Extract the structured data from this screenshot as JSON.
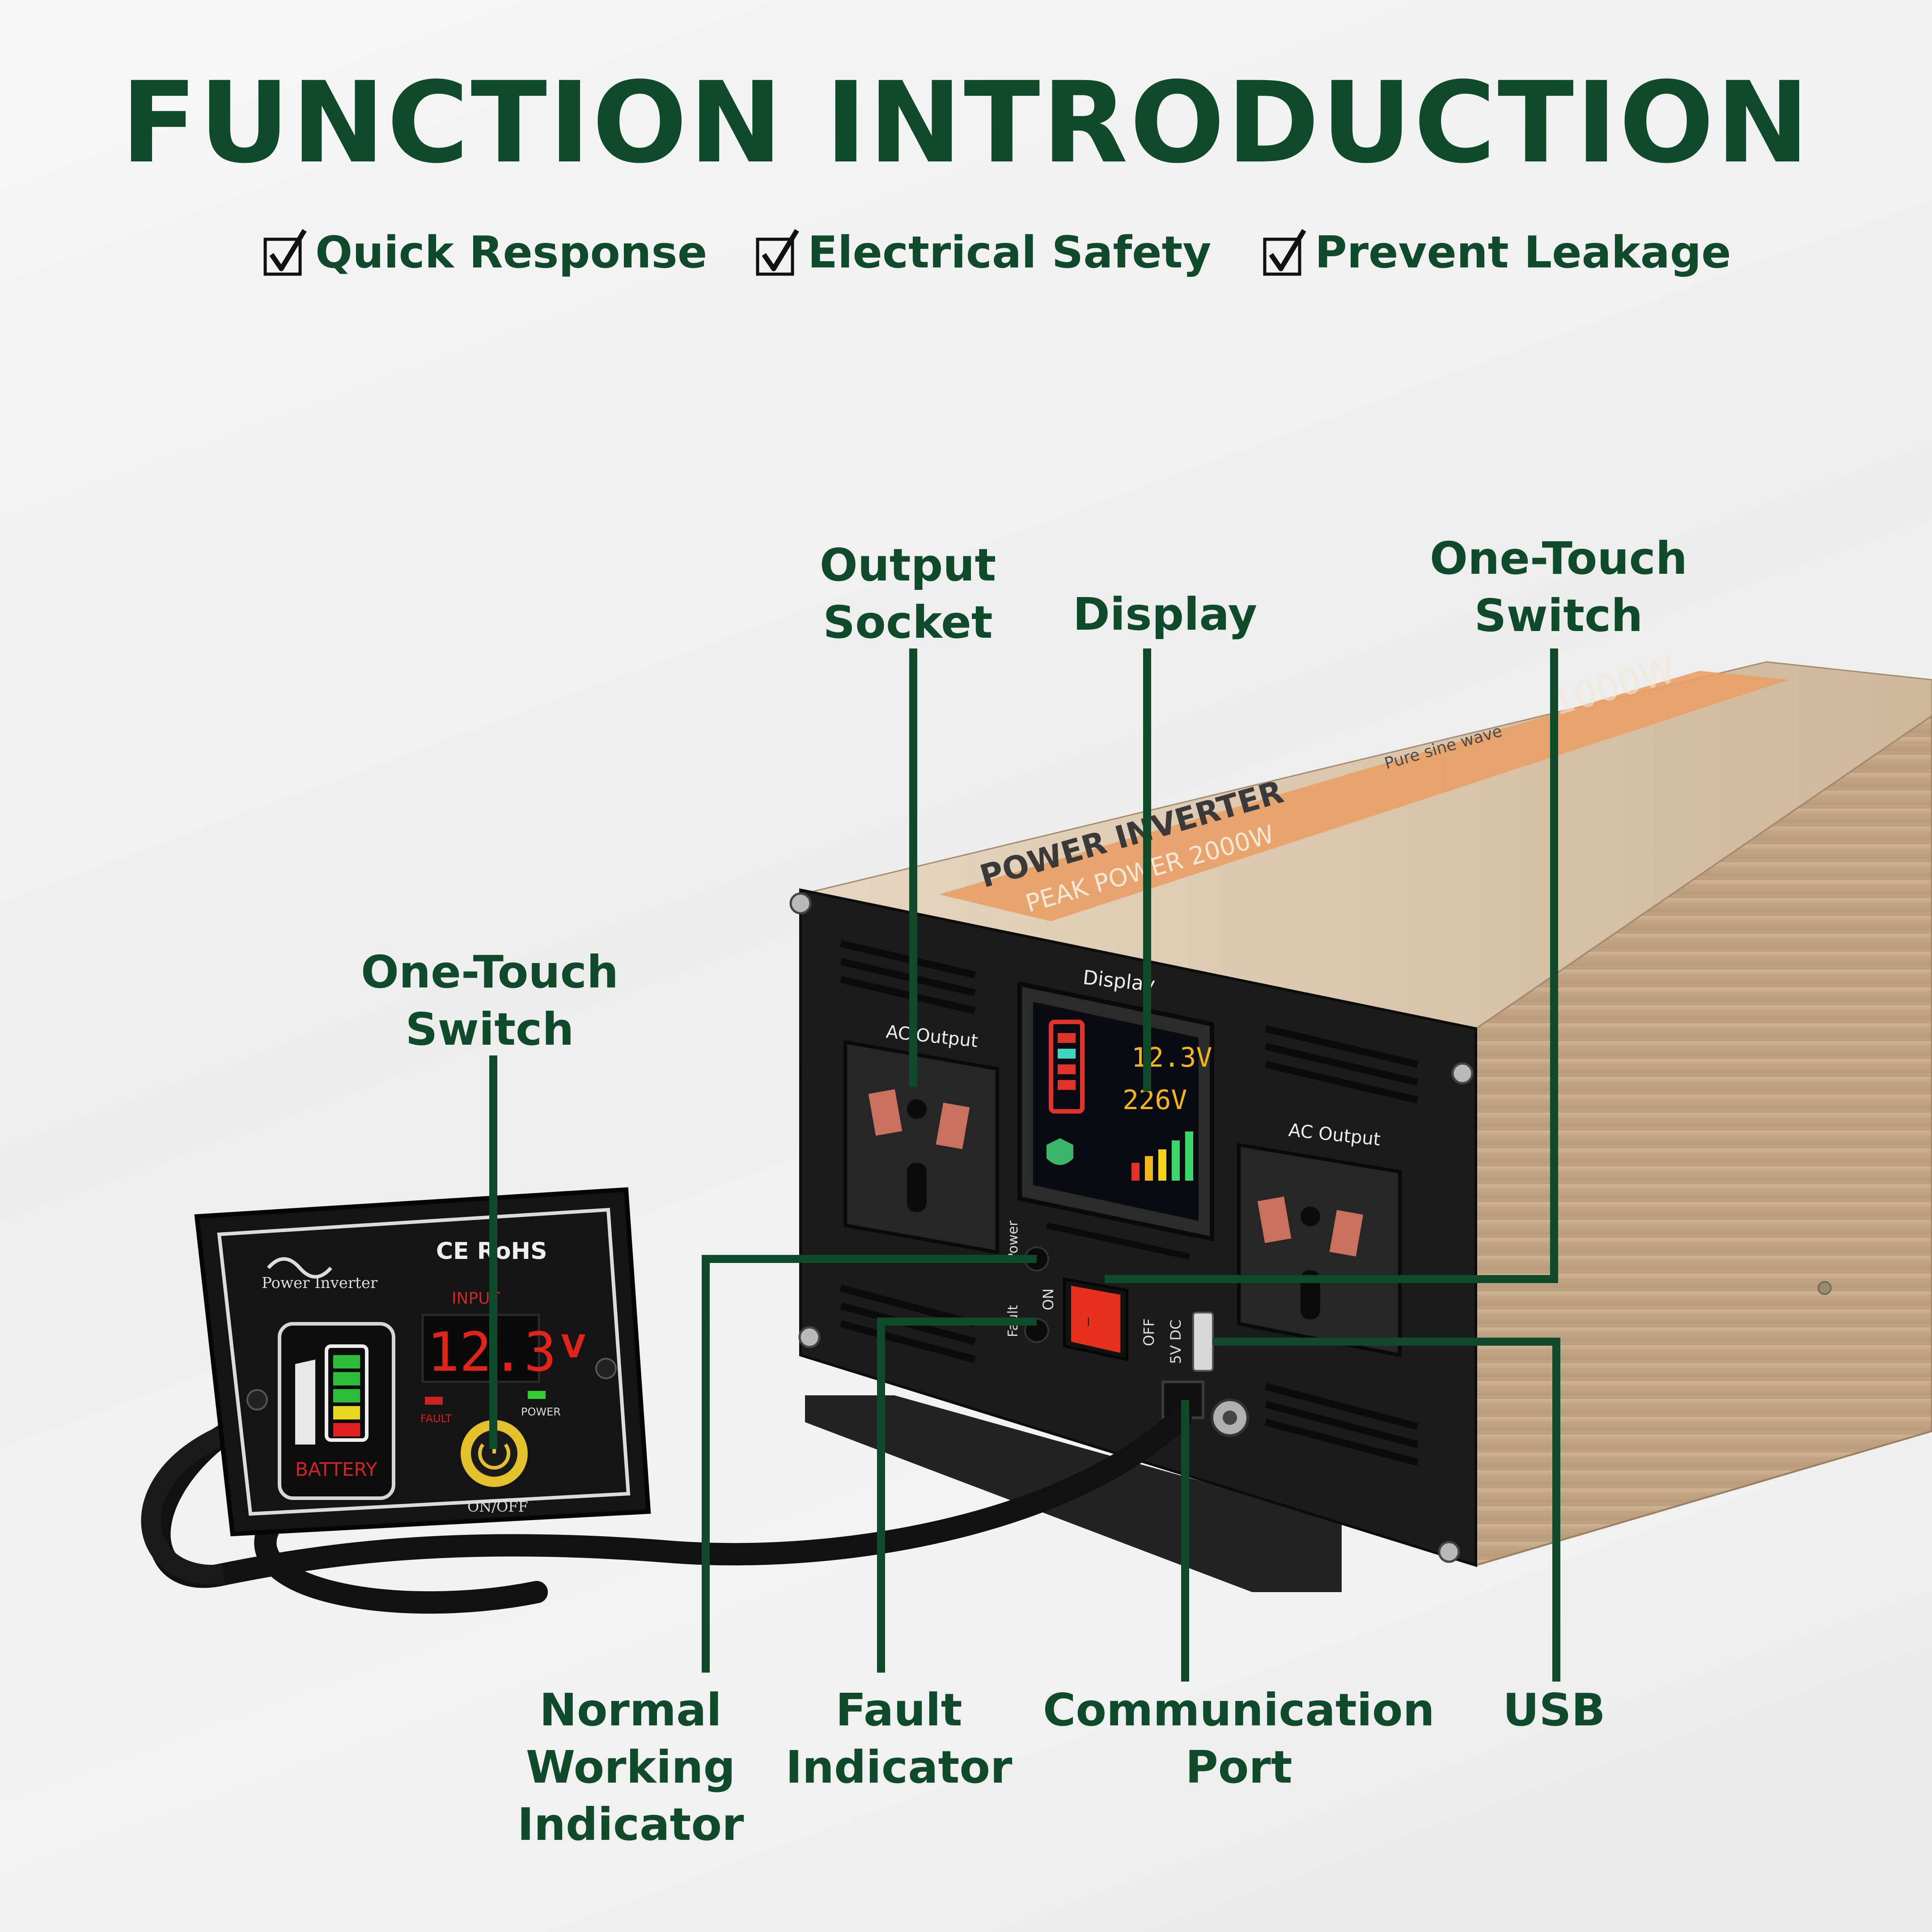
{
  "title": "FUNCTION INTRODUCTION",
  "features": [
    "Quick Response",
    "Electrical Safety",
    "Prevent Leakage"
  ],
  "callouts": {
    "output_socket": [
      "Output",
      "Socket"
    ],
    "display": [
      "Display"
    ],
    "one_touch_switch_top": [
      "One-Touch",
      "Switch"
    ],
    "one_touch_switch_remote": [
      "One-Touch",
      "Switch"
    ],
    "normal_working_indicator": [
      "Normal",
      "Working",
      "Indicator"
    ],
    "fault_indicator": [
      "Fault",
      "Indicator"
    ],
    "communication_port": [
      "Communication",
      "Port"
    ],
    "usb": [
      "USB"
    ]
  },
  "product": {
    "brand_text": "POWER INVERTER",
    "subtitle_text": "Pure sine wave",
    "peak_text": "PEAK POWER 2000W",
    "rating_text": "1000W",
    "panel_display_label": "Display",
    "ac_output_label": "AC Output",
    "power_led_label": "Power",
    "fault_led_label": "Fault",
    "switch_on": "ON",
    "switch_off": "OFF",
    "usb_label": "5V DC",
    "lcd_voltage_in": "12.3V",
    "lcd_voltage_out": "226V"
  },
  "remote": {
    "brand_text": "Power Inverter",
    "cert_text": "CE RoHS",
    "input_label": "INPUT",
    "voltage_value": "12.3",
    "voltage_unit": "V",
    "fault_label": "FAULT",
    "power_label": "POWER",
    "battery_label": "BATTERY",
    "switch_label": "ON/OFF"
  },
  "colors": {
    "heading": "#0f4a2a",
    "leader_line": "#0f4a2a",
    "inverter_body": "#c7ab8a",
    "inverter_stripe": "#e8a066",
    "panel": "#1b1b1b"
  }
}
